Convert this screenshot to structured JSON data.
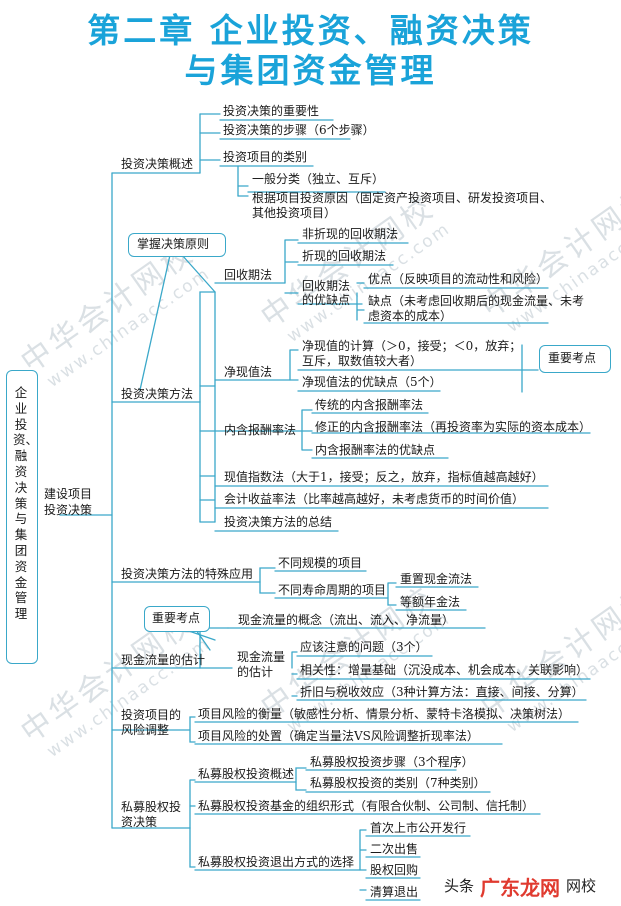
{
  "title": {
    "line1": "第二章    企业投资、融资决策",
    "line2": "与集团资金管理"
  },
  "root": "企业投资、融资决策与集团资金管理",
  "branch": "建设项目投资决策",
  "sections": {
    "overview": "投资决策概述",
    "methods": "投资决策方法",
    "special": "投资决策方法的特殊应用",
    "cashflow": "现金流量的估计",
    "risk": "投资项目的风险调整",
    "pe": "私募股权投资决策"
  },
  "overview_items": {
    "importance": "投资决策的重要性",
    "steps": "投资决策的步骤（6个步骤）",
    "types": "投资项目的类别",
    "general": "一般分类（独立、互斥）",
    "by_reason": "根据项目投资原因（固定资产投资项目、研发投资项目、其他投资项目）"
  },
  "callouts": {
    "grasp": "掌握决策原则",
    "key1": "重要考点",
    "key2": "重要考点"
  },
  "payback": {
    "name": "回收期法",
    "nondisc": "非折现的回收期法",
    "disc": "折现的回收期法",
    "pros_cons": "回收期法的优缺点",
    "pros": "优点（反映项目的流动性和风险）",
    "cons": "缺点（未考虑回收期后的现金流量、未考虑资本的成本）"
  },
  "npv": {
    "name": "净现值法",
    "calc": "净现值的计算（＞0，接受；＜0，放弃；互斥，取数值较大者）",
    "pros_cons": "净现值法的优缺点（5个）"
  },
  "irr": {
    "name": "内含报酬率法",
    "traditional": "传统的内含报酬率法",
    "modified": "修正的内含报酬率法（再投资率为实际的资本成本）",
    "pros_cons": "内含报酬率法的优缺点"
  },
  "other_methods": {
    "pi": "现值指数法（大于1，接受；反之，放弃，指标值越高越好）",
    "arr": "会计收益率法（比率越高越好，未考虑货币的时间价值）",
    "summary": "投资决策方法的总结"
  },
  "special_items": {
    "diff_scale": "不同规模的项目",
    "diff_life": "不同寿命周期的项目",
    "replacement": "重置现金流法",
    "annuity": "等额年金法"
  },
  "cashflow_items": {
    "concept": "现金流量的概念（流出、流入、净流量）",
    "estimate": "现金流量的估计",
    "issues": "应该注意的问题（3个）",
    "relevance": "相关性：增量基础（沉没成本、机会成本、关联影响）",
    "dep_tax": "折旧与税收效应（3种计算方法：直接、间接、分算）"
  },
  "risk_items": {
    "measure": "项目风险的衡量（敏感性分析、情景分析、蒙特卡洛模拟、决策树法）",
    "handle": "项目风险的处置（确定当量法VS风险调整折现率法）"
  },
  "pe_items": {
    "overview": "私募股权投资概述",
    "steps": "私募股权投资步骤（3个程序）",
    "types": "私募股权投资的类别（7种类别）",
    "org": "私募股权投资基金的组织形式（有限合伙制、公司制、信托制）",
    "exit": "私募股权投资退出方式的选择",
    "ipo": "首次上市公开发行",
    "secondary": "二次出售",
    "buyback": "股权回购",
    "liquidation": "清算退出"
  },
  "watermark": {
    "main": "中华会计网校",
    "url": "www.chinaacc.com"
  },
  "footer": {
    "source": "头条",
    "brand": "广东龙网",
    "tail": "网校"
  }
}
